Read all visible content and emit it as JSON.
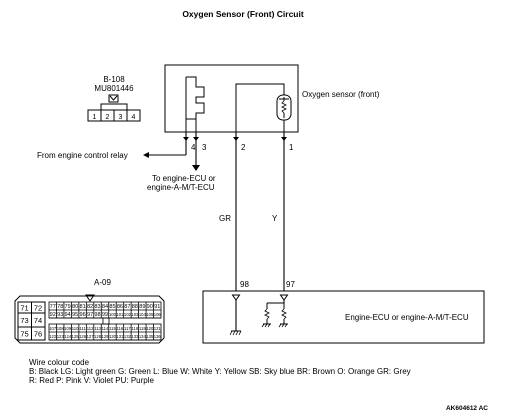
{
  "title": "Oxygen Sensor (Front) Circuit",
  "connector_b108": {
    "label": "B-108",
    "part_number": "MU801446",
    "pins": [
      "1",
      "2",
      "3",
      "4"
    ]
  },
  "sensor": {
    "label": "Oxygen sensor (front)",
    "terminals": [
      "4",
      "3",
      "2",
      "1"
    ]
  },
  "from_relay_label": "From engine control relay",
  "to_ecu_label": {
    "line1": "To engine-ECU or",
    "line2": "engine-A-M/T-ECU"
  },
  "wires": [
    {
      "color_code": "GR"
    },
    {
      "color_code": "Y"
    }
  ],
  "ecu": {
    "label": "Engine-ECU or engine-A-M/T-ECU",
    "terminals": [
      "98",
      "97"
    ]
  },
  "connector_a09": {
    "label": "A-09",
    "big_pins": [
      "71",
      "72",
      "73",
      "74",
      "75",
      "76"
    ],
    "row1": [
      "77",
      "78",
      "79",
      "80",
      "81",
      "82",
      "83",
      "84",
      "85",
      "86",
      "87",
      "88",
      "89",
      "90",
      "91"
    ],
    "row2": [
      "92",
      "93",
      "94",
      "95",
      "96",
      "97",
      "98",
      "99",
      "100",
      "101",
      "102",
      "103",
      "104",
      "105",
      "106"
    ],
    "row3": [
      "107",
      "108",
      "109",
      "110",
      "111",
      "112",
      "113",
      "114",
      "115",
      "116",
      "117",
      "118",
      "119",
      "120",
      "121"
    ],
    "row4": [
      "122",
      "123",
      "124",
      "125",
      "126",
      "127",
      "128",
      "129",
      "130",
      "131",
      "132",
      "133",
      "134",
      "135",
      "136"
    ]
  },
  "legend": {
    "title": "Wire colour code",
    "line1": "B: Black  LG: Light green  G: Green  L: Blue  W: White  Y: Yellow  SB: Sky blue  BR: Brown  O: Orange  GR: Grey",
    "line2": "R: Red  P: Pink  V: Violet  PU: Purple"
  },
  "figure_code": "AK604612 AC"
}
